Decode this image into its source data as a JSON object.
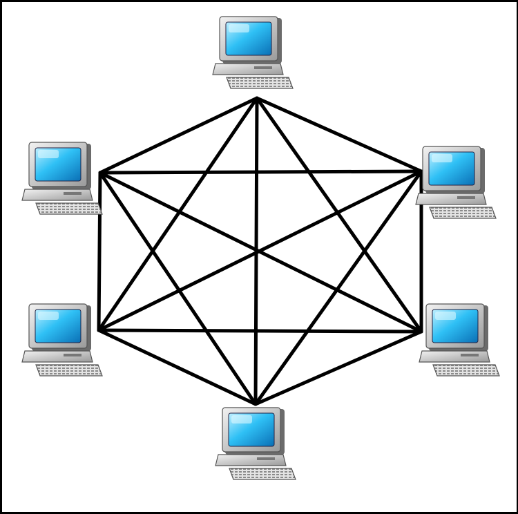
{
  "diagram": {
    "type": "full-mesh-network-topology",
    "node_icon": "desktop-computer-icon",
    "colors": {
      "link": "#000000",
      "screen": "#29b6f6",
      "case": "#d6d6d6",
      "background": "#ffffff"
    },
    "nodes": [
      {
        "id": "top",
        "icon": "desktop-computer-icon"
      },
      {
        "id": "upper-left",
        "icon": "desktop-computer-icon"
      },
      {
        "id": "upper-right",
        "icon": "desktop-computer-icon"
      },
      {
        "id": "lower-left",
        "icon": "desktop-computer-icon"
      },
      {
        "id": "lower-right",
        "icon": "desktop-computer-icon"
      },
      {
        "id": "bottom",
        "icon": "desktop-computer-icon"
      }
    ],
    "links": [
      [
        "top",
        "upper-left"
      ],
      [
        "top",
        "upper-right"
      ],
      [
        "top",
        "lower-left"
      ],
      [
        "top",
        "lower-right"
      ],
      [
        "top",
        "bottom"
      ],
      [
        "upper-left",
        "upper-right"
      ],
      [
        "upper-left",
        "lower-left"
      ],
      [
        "upper-left",
        "lower-right"
      ],
      [
        "upper-left",
        "bottom"
      ],
      [
        "upper-right",
        "lower-left"
      ],
      [
        "upper-right",
        "lower-right"
      ],
      [
        "upper-right",
        "bottom"
      ],
      [
        "lower-left",
        "lower-right"
      ],
      [
        "lower-left",
        "bottom"
      ],
      [
        "lower-right",
        "bottom"
      ]
    ]
  }
}
